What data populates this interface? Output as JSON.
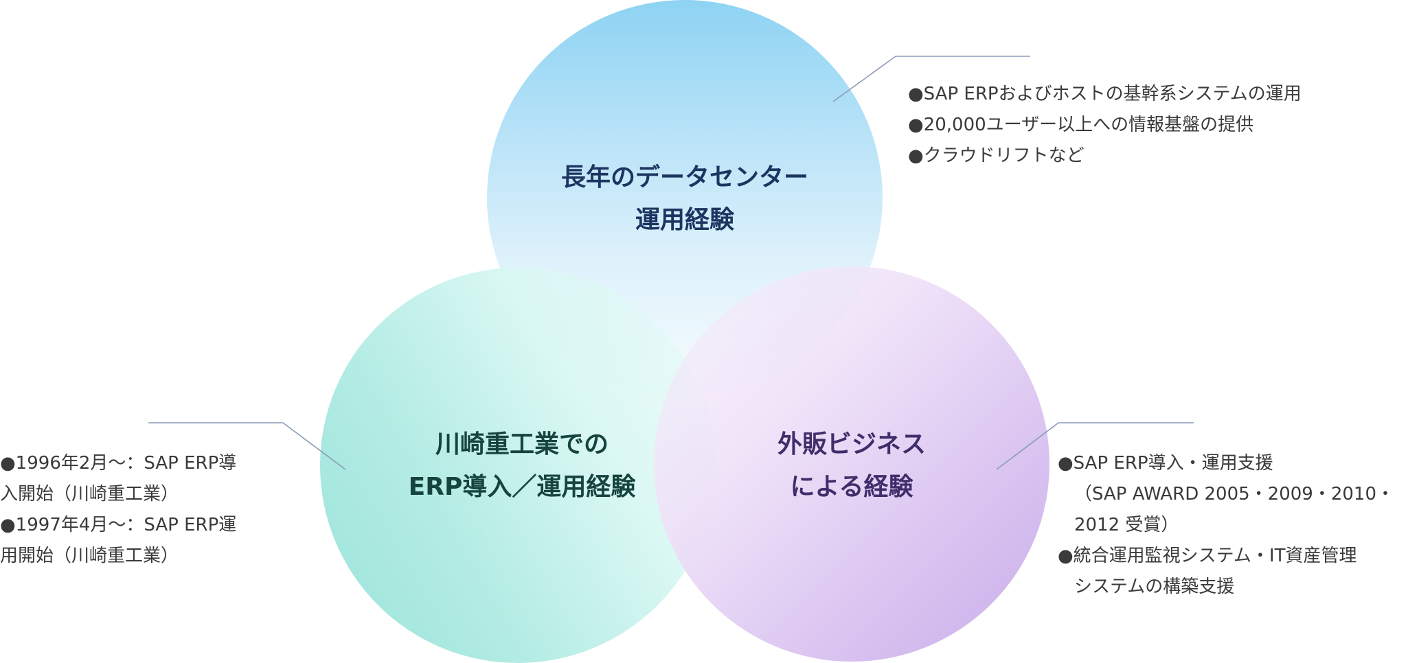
{
  "circles": {
    "top": {
      "title_line1": "長年のデータセンター",
      "title_line2": "運用経験",
      "color": "#8ed3f3"
    },
    "left": {
      "title_line1": "川崎重工業での",
      "title_line2": "ERP導入／運用経験",
      "color": "#96e2d8"
    },
    "right": {
      "title_line1": "外販ビジネス",
      "title_line2": "による経験",
      "color": "#c4a6e8"
    }
  },
  "bullets": {
    "top": [
      "●SAP ERPおよびホストの基幹系システムの運用",
      "●20,000ユーザー以上への情報基盤の提供",
      "●クラウドリフトなど"
    ],
    "left": [
      "●1996年2月～：SAP ERP導",
      "入開始（川崎重工業）",
      "●1997年4月～：SAP ERP運",
      "用開始（川崎重工業）"
    ],
    "right": [
      "●SAP ERP導入・運用支援",
      "（SAP AWARD 2005・2009・2010・",
      "2012 受賞）",
      "●統合運用監視システム・IT資産管理",
      "システムの構築支援"
    ]
  }
}
